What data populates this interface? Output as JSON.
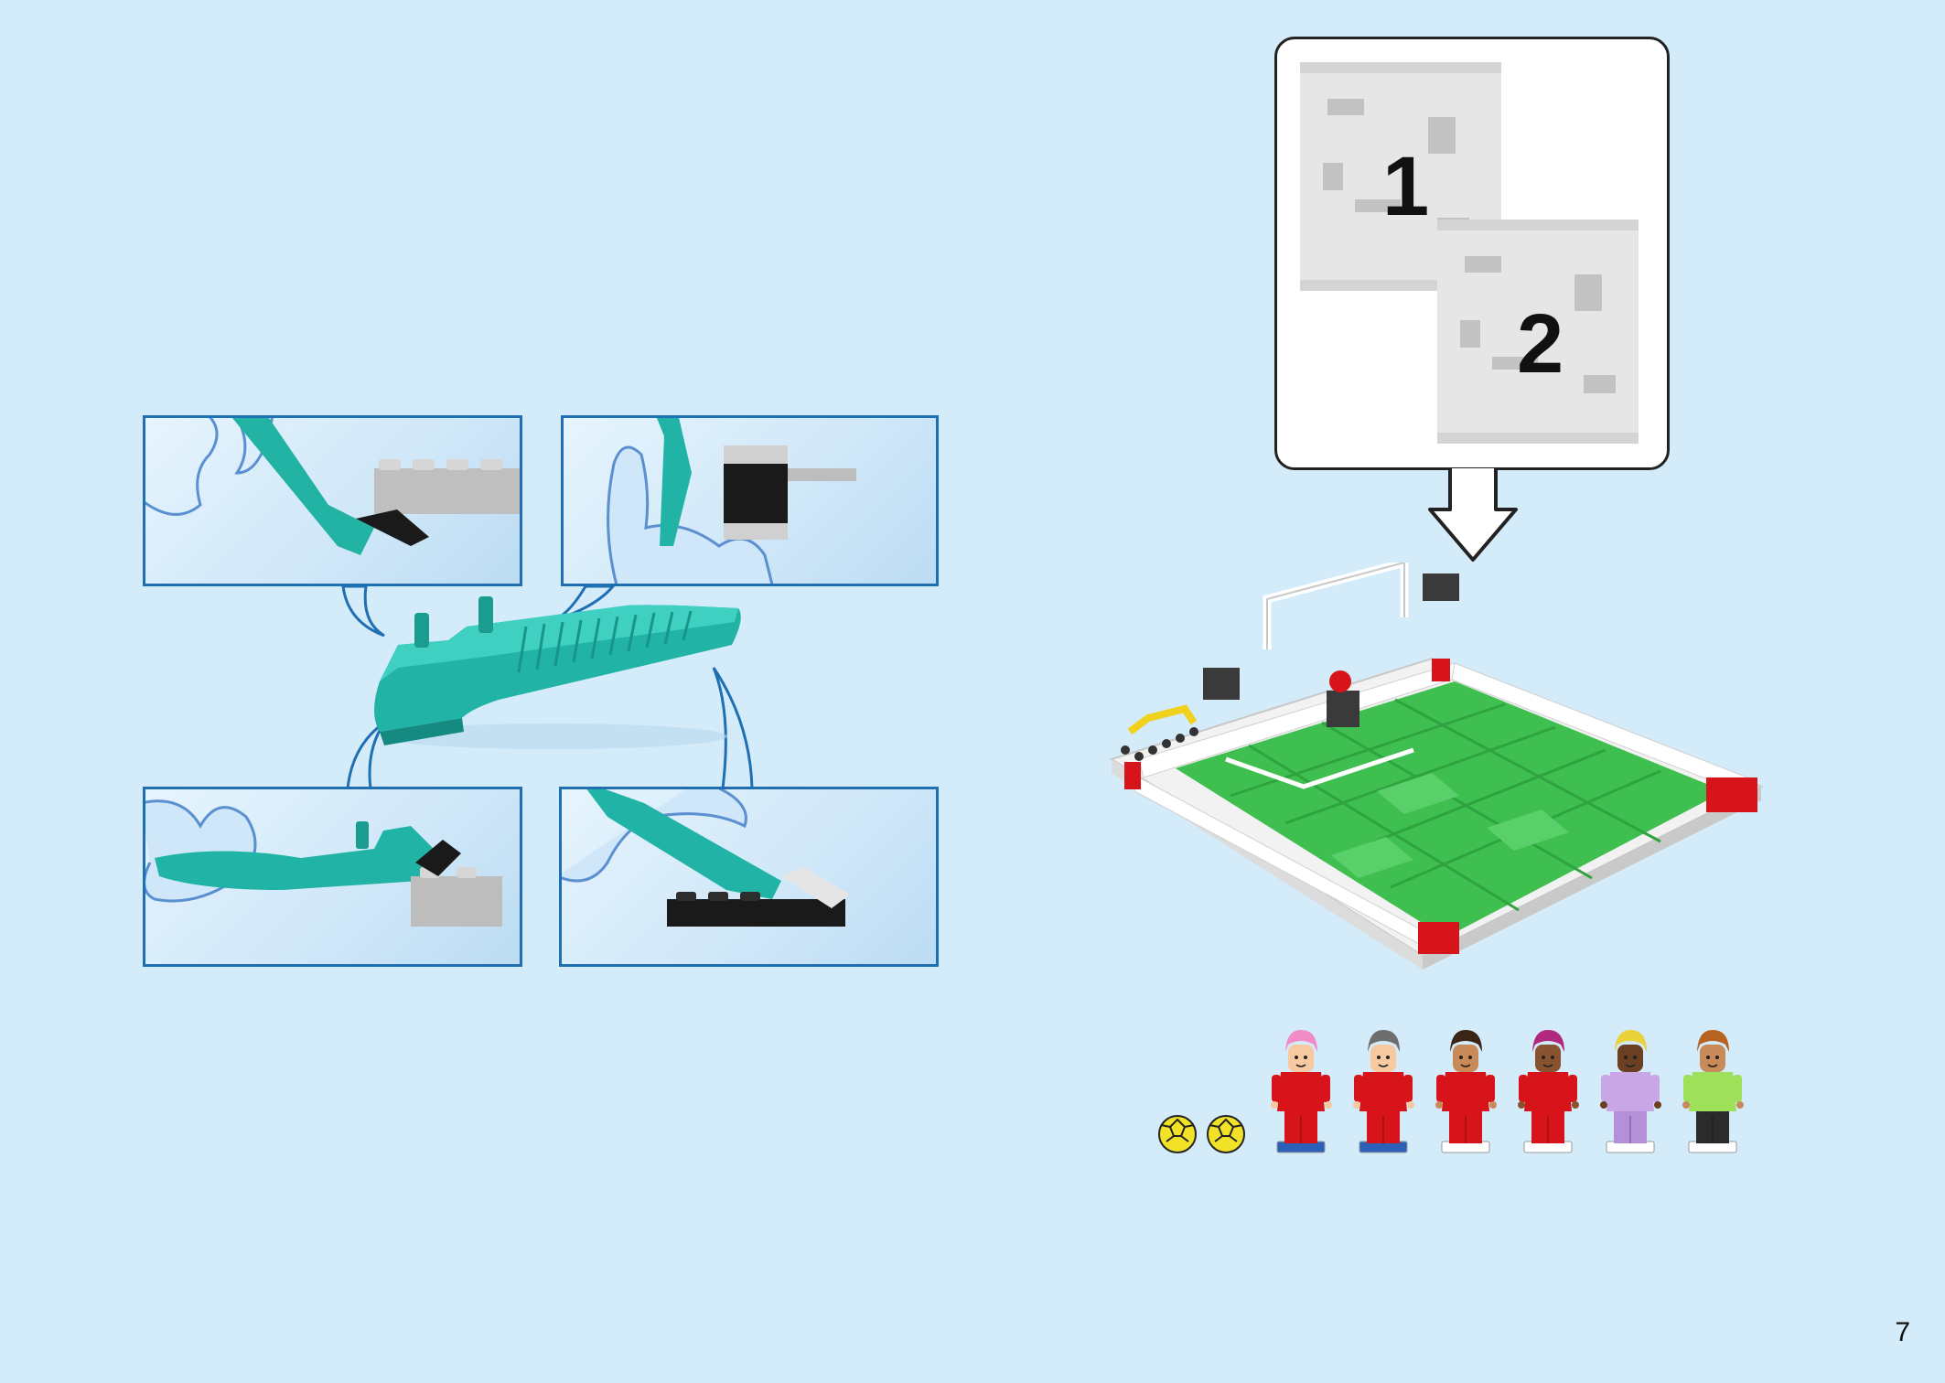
{
  "page": {
    "number": "7"
  },
  "bags": {
    "first": "1",
    "second": "2"
  },
  "icons": {
    "brick_separator": "brick-separator-icon",
    "bag": "parts-bag-icon",
    "arrow": "down-arrow-icon",
    "pitch": "football-pitch-model",
    "ball": "ball-icon",
    "minifigure": "minifigure-icon"
  },
  "colors": {
    "background": "#d4ebfa",
    "panel_border": "#1f6fb2",
    "separator_teal": "#1fb3a6",
    "pitch_green": "#3fbf4f",
    "kit_red": "#d7141a"
  },
  "minifigures": [
    {
      "hair": "#f08cc8",
      "torso": "#d7141a",
      "legs": "#d7141a",
      "base": "#2b5fb8",
      "skin": "#f6c9a0"
    },
    {
      "hair": "#6e6e6e",
      "torso": "#d7141a",
      "legs": "#d7141a",
      "base": "#2b5fb8",
      "skin": "#f6c9a0"
    },
    {
      "hair": "#3a2416",
      "torso": "#d7141a",
      "legs": "#d7141a",
      "base": "#ffffff",
      "skin": "#c98a5a"
    },
    {
      "hair": "#b0287e",
      "torso": "#d7141a",
      "legs": "#d7141a",
      "base": "#ffffff",
      "skin": "#8a5330"
    },
    {
      "hair": "#e9d23a",
      "torso": "#c9a6e6",
      "legs": "#b58fd8",
      "base": "#ffffff",
      "skin": "#6b3f22"
    },
    {
      "hair": "#b8621f",
      "torso": "#9fe05a",
      "legs": "#2b2b2b",
      "base": "#ffffff",
      "skin": "#c98a5a"
    }
  ]
}
